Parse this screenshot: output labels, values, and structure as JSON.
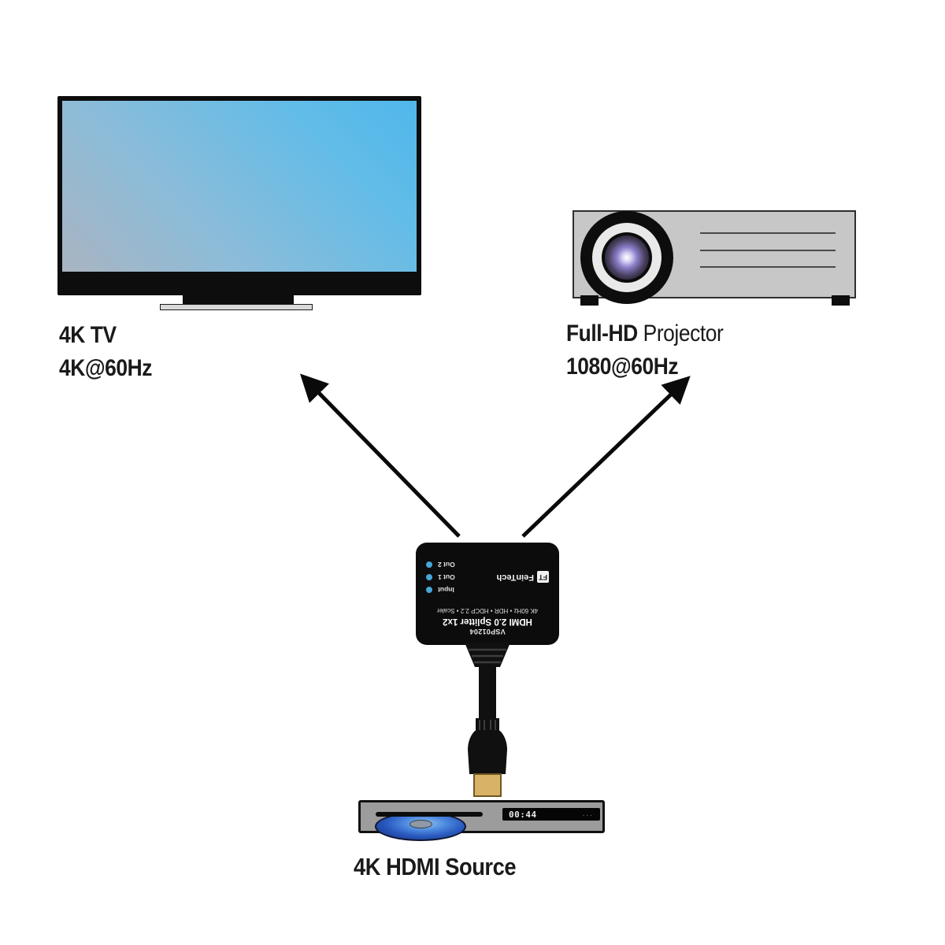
{
  "tv": {
    "label": "4K TV",
    "spec": "4K@60Hz"
  },
  "projector": {
    "label_bold": "Full-HD",
    "label_regular": "Projector",
    "spec": "1080@60Hz"
  },
  "splitter": {
    "model": "VSP01204",
    "product_name": "HDMI 2.0 Splitter 1x2",
    "features": "4K 60Hz • HDR • HDCP 2.2 • Scaler",
    "brand": "FeinTech",
    "brand_abbr": "FT",
    "leds": [
      {
        "label": "Input"
      },
      {
        "label": "Out 1"
      },
      {
        "label": "Out 2"
      }
    ],
    "led_color": "#45a7d9"
  },
  "source": {
    "label": "4K HDMI Source",
    "display_time": "00:44",
    "display_dots": "..."
  },
  "colors": {
    "screen_blue_top": "#50b7ea",
    "screen_blue_bottom": "#a9b4c1",
    "device_black": "#0c0c0c",
    "projector_gray": "#c7c7c7",
    "player_gray": "#9c9c9c",
    "disc_blue": "#2857bd",
    "hdmi_gold": "#d8b266",
    "arrow_black": "#0a0a0a"
  }
}
